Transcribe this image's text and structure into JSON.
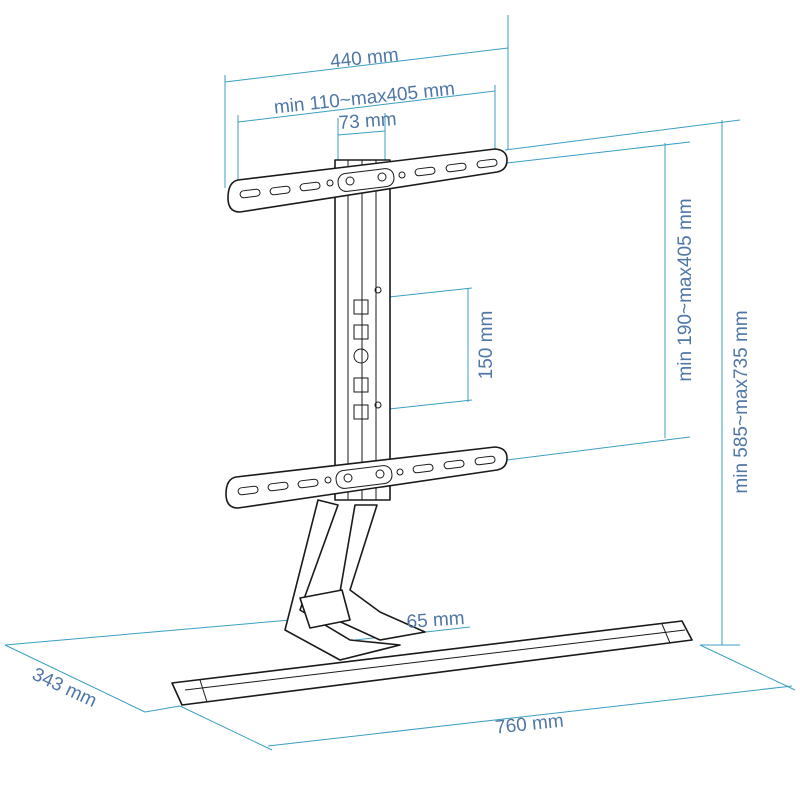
{
  "title": "TV stand dimension diagram",
  "dimensions": {
    "plate_width": "440 mm",
    "vesa_horizontal": "min 110~max405 mm",
    "column_width": "73 mm",
    "vesa_vertical_step": "150 mm",
    "vesa_vertical_range": "min 190~max405 mm",
    "total_height": "min 585~max735 mm",
    "leg_width": "65 mm",
    "base_depth": "343 mm",
    "base_width": "760 mm"
  },
  "colors": {
    "dimension_line": "#3a9fc2",
    "dimension_text": "#4f77a6",
    "outline": "#1a1a1a"
  }
}
